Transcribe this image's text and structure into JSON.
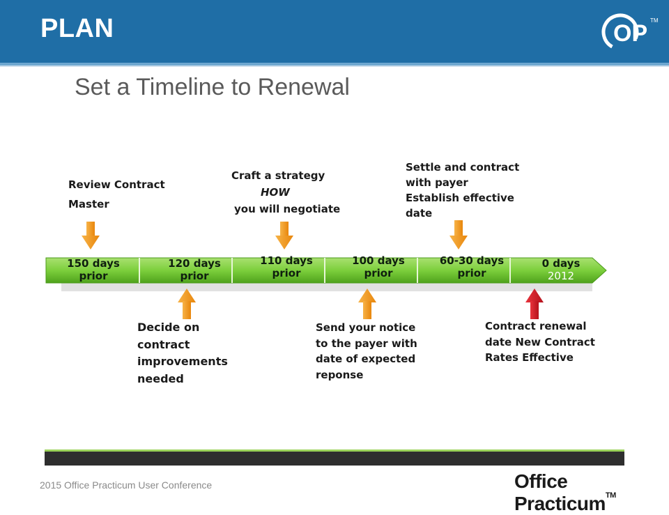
{
  "header": {
    "title": "PLAN",
    "logo_text": "OP",
    "logo_mark": "TM"
  },
  "slide": {
    "subtitle": "Set a Timeline to Renewal"
  },
  "timeline": {
    "segments": [
      {
        "line1": "150 days",
        "line2": "prior"
      },
      {
        "line1": "120 days",
        "line2": "prior"
      },
      {
        "line1": "110 days",
        "line2": "prior"
      },
      {
        "line1": "100 days",
        "line2": "prior"
      },
      {
        "line1": "60-30 days",
        "line2": "prior"
      },
      {
        "line1": "0 days",
        "line2": "2012"
      }
    ],
    "above": [
      {
        "lines": [
          "Review Contract",
          "Master"
        ]
      },
      {
        "lines": [
          "Craft a strategy",
          "HOW",
          "you will negotiate"
        ]
      },
      {
        "lines": [
          "Settle and contract",
          "with payer",
          "Establish effective",
          "date"
        ]
      }
    ],
    "below": [
      {
        "lines": [
          "Decide on",
          "contract",
          "improvements",
          "needed"
        ]
      },
      {
        "lines": [
          "Send your notice",
          "to the payer with",
          "date of expected",
          "reponse"
        ]
      },
      {
        "lines": [
          "Contract renewal",
          "date New Contract",
          "Rates Effective"
        ]
      }
    ],
    "colors": {
      "bar_green": "#7ccf3c",
      "bar_green_dark": "#4fa21c",
      "arrow_orange": "#f39a1e",
      "arrow_red": "#d81e2a"
    }
  },
  "footer": {
    "conference": "2015 Office Practicum User Conference",
    "brand": "Office Practicum",
    "brand_mark": "TM"
  }
}
